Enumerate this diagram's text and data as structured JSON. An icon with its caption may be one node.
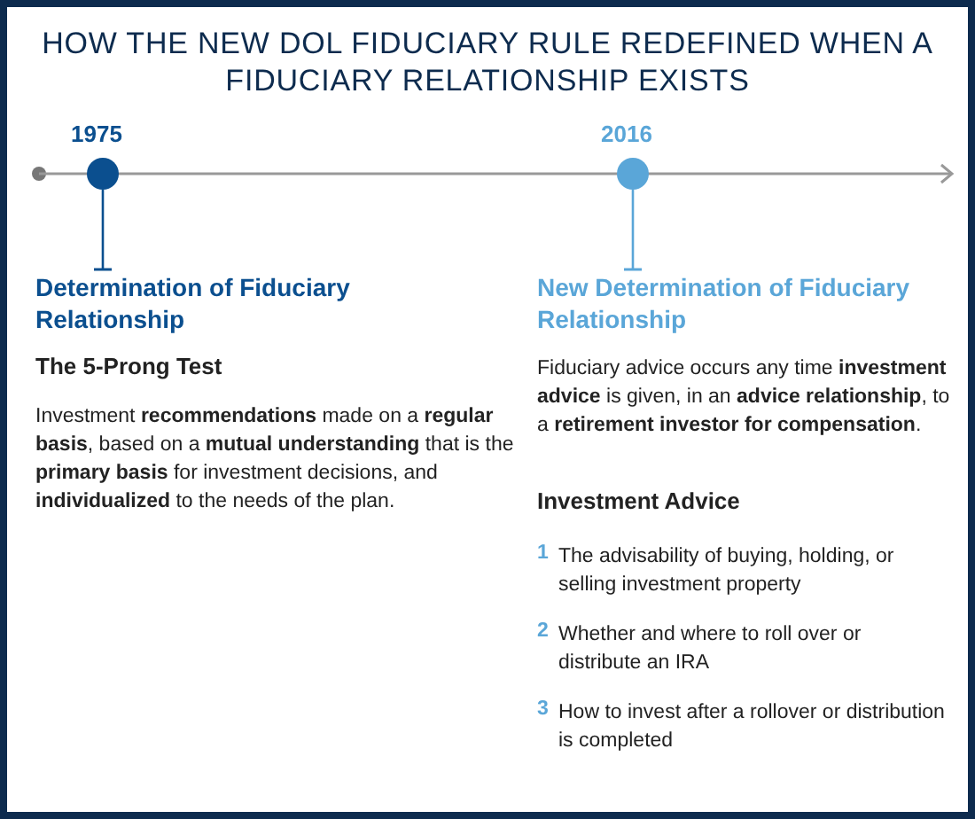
{
  "diagram": {
    "title": "HOW THE NEW DOL FIDUCIARY RULE REDEFINED WHEN A FIDUCIARY RELATIONSHIP EXISTS",
    "nodes": [
      {
        "text": [],
        "shape": "circle",
        "beside": [
          "1975"
        ]
      },
      {
        "text": [],
        "shape": "circle",
        "beside": [
          "2016"
        ]
      },
      {
        "text": [
          "Determination of Fiduciary Relationship"
        ]
      },
      {
        "text": [
          "New Determination of Fiduciary Relationship"
        ]
      }
    ],
    "edges": [
      {
        "from": 0,
        "to": 2,
        "arrow": "other",
        "color": "#0b4f8f"
      },
      {
        "from": 1,
        "to": 3,
        "arrow": "other",
        "color": "#5aa6d8"
      }
    ],
    "labels": [
      "The 5-Prong Test",
      "Investment **recommendations** made on a **regular basis**, based on a **mutual understanding** that is the **primary basis** for investment decisions, and **individualized** to the needs of the plan.",
      "Fiduciary advice occurs any time **investment advice** is given, in an **advice relationship**, to a **retirement investor for compensation**.",
      "Investment Advice",
      "1",
      "The advisability of buying, holding, or selling investment property",
      "2",
      "Whether and where to roll over or distribute an IRA",
      "3",
      "How to invest after a rollover or distribution is completed"
    ]
  }
}
